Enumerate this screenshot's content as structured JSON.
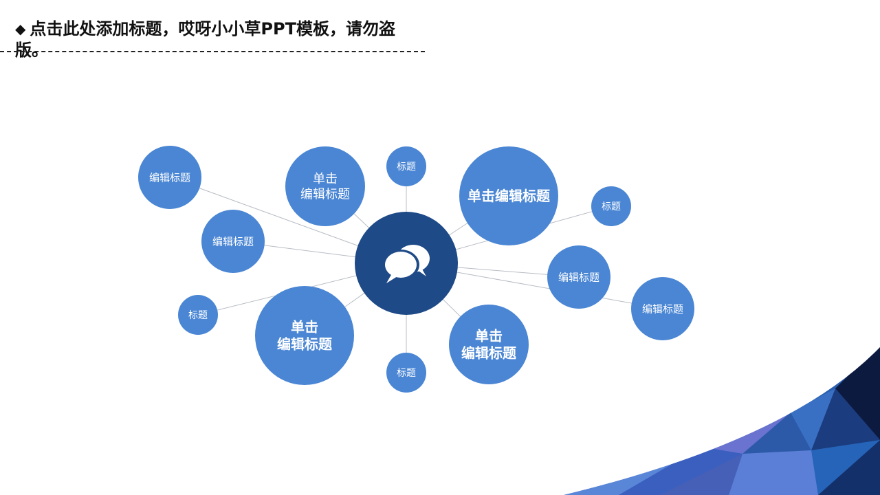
{
  "slide": {
    "title_line1": "点击此处添加标题，哎呀小小草PPT模板，请勿盗",
    "title_line2": "版。",
    "title_marker": "◆",
    "title_dashes": "--------------------------------------------------------------"
  },
  "colors": {
    "bubble": "#4a86d4",
    "center": "#1e4a87",
    "connector": "#b8bcc4",
    "title": "#111111",
    "deco_dark": "#101f4a",
    "deco_mid": "#2a5fb0",
    "deco_light": "#4a7fd0"
  },
  "center": {
    "icon": "chat-bubbles-icon"
  },
  "bubbles": [
    {
      "lines": [
        "编辑标题"
      ],
      "bold": false
    },
    {
      "lines": [
        "单击",
        "编辑标题"
      ],
      "bold": false
    },
    {
      "lines": [
        "标题"
      ],
      "bold": false
    },
    {
      "lines": [
        "单击编辑标题"
      ],
      "bold": true
    },
    {
      "lines": [
        "标题"
      ],
      "bold": false
    },
    {
      "lines": [
        "编辑标题"
      ],
      "bold": false
    },
    {
      "lines": [
        "编辑标题"
      ],
      "bold": false
    },
    {
      "lines": [
        "编辑标题"
      ],
      "bold": false
    },
    {
      "lines": [
        "单击",
        "编辑标题"
      ],
      "bold": true
    },
    {
      "lines": [
        "标题"
      ],
      "bold": false
    },
    {
      "lines": [
        "标题"
      ],
      "bold": false
    },
    {
      "lines": [
        "单击",
        "编辑标题"
      ],
      "bold": true
    }
  ]
}
